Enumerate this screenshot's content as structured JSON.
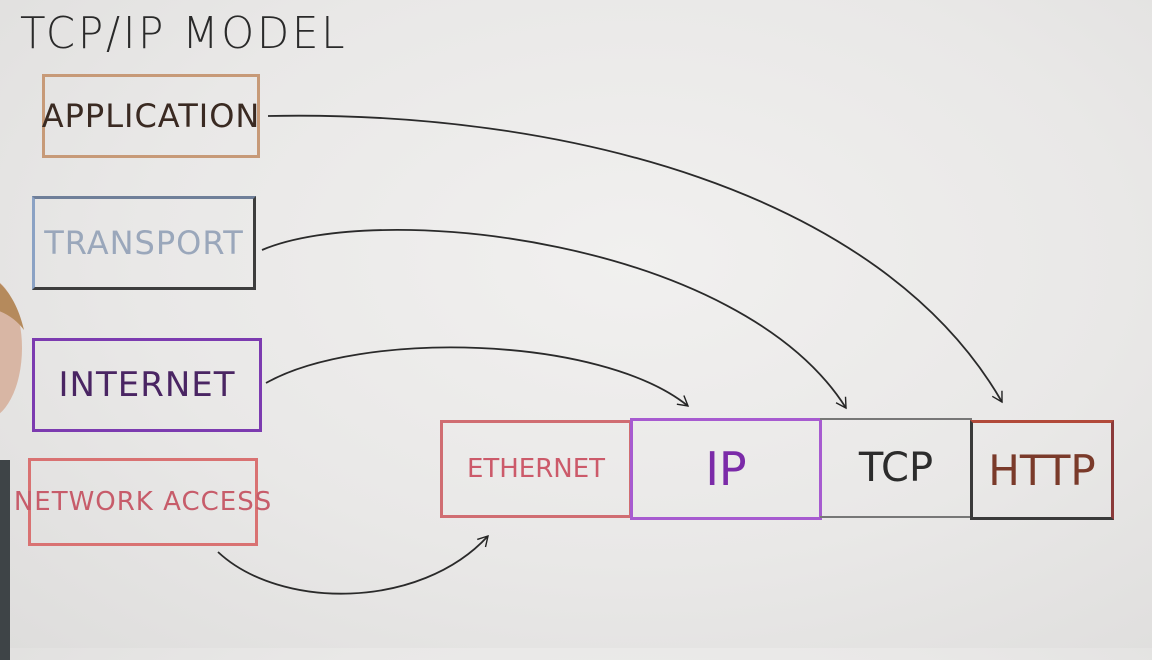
{
  "title": "TCP/IP MODEL",
  "layers": {
    "application": "APPLICATION",
    "transport": "TRANSPORT",
    "internet": "INTERNET",
    "network_access": "NETWORK ACCESS"
  },
  "packet": {
    "ethernet": "ETHERNET",
    "ip": "IP",
    "tcp": "TCP",
    "http": "HTTP"
  },
  "colors": {
    "board": "#ebeae9",
    "application": "#c79a78",
    "transport": "#8ba2c4",
    "internet": "#7c3bb0",
    "network_access": "#d97272",
    "ip": "#a75bd0",
    "http": "#8b3a3a"
  }
}
